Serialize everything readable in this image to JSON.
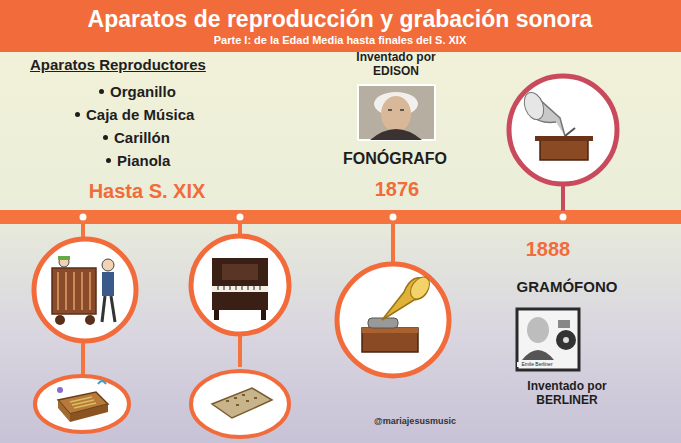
{
  "diagram": {
    "title": "Aparatos de reproducción y grabación sonora",
    "labels": [
      "Parte I: de la Edad Media hasta finales del S. XIX",
      "Aparatos Reproductores",
      "Organillo",
      "Caja de Música",
      "Carillón",
      "Pianola",
      "Hasta S. XIX",
      "Inventado por EDISON",
      "FONÓGRAFO",
      "1876",
      "1888",
      "GRAMÓFONO",
      "Emile Berliner",
      "Inventado por BERLINER",
      "@mariajesusmusic"
    ]
  }
}
